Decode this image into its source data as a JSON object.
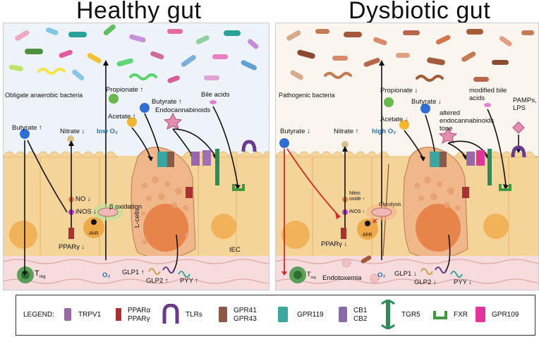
{
  "titles": {
    "healthy": "Healthy gut",
    "dysbiotic": "Dysbiotic gut"
  },
  "healthy": {
    "bacteria_label": "Obligate anaerobic bacteria",
    "propionate": "Propionate ↑",
    "butyrate_top": "Butyrate ↑",
    "endocannabinoids": "Endocannabinoids",
    "acetate": "Acetate ↑",
    "bile_acids": "Bile acids",
    "butyrate_left": "Butyrate ↑",
    "nitrate": "Nitrate ↓",
    "low_o2": "low O₂",
    "no": "NO ↓",
    "inos": "iNOS ↓",
    "beta_oxidation": "β oxidation",
    "ahr": "AhR",
    "ppar": "PPARγ ↓",
    "lcells": "L-cells",
    "iec": "IEC",
    "treg": "T",
    "treg_sub": "reg",
    "o2": "O₂",
    "glp1": "GLP1 ↑",
    "glp2": "GLP2 ↑",
    "pyy": "PYY ↑"
  },
  "dysbiotic": {
    "bacteria_label": "Pathogenic bacteria",
    "propionate": "Propionate ↓",
    "butyrate_top": "Butyrate ↓",
    "acetate": "Acetate ↓",
    "endocannabinoids": "altered endocannabinoids tone",
    "modified_bile": "modified bile acids",
    "pamps": "PAMPs, LPS",
    "butyrate_left": "Butyrate ↓",
    "nitrate": "Nitrate ↑",
    "high_o2": "high O₂",
    "nitric_oxide": "Nitric oxide ↑",
    "inos": "iNOS ↑",
    "glycolysis": "Glycolysis",
    "ahr": "AhR",
    "ppar": "PPARγ ↓",
    "treg": "T",
    "treg_sub": "reg",
    "endotoxemia": "Endotoxemia",
    "o2": "O₂",
    "glp1": "GLP1 ↓",
    "glp2": "GLP2 ↓",
    "pyy": "PYY ↓"
  },
  "legend": {
    "title": "LEGEND:",
    "trpv1": "TRPV1",
    "ppar1": "PPARα",
    "ppar2": "PPARγ",
    "tlrs": "TLRs",
    "gpr41": "GPR41",
    "gpr43": "GPR43",
    "gpr119": "GPR119",
    "cb1": "CB1",
    "cb2": "CB2",
    "tgr5": "TGR5",
    "fxr": "FXR",
    "gpr109": "GPR109"
  },
  "colors": {
    "healthy_bg": "#eef3fa",
    "dysbiotic_bg": "#faf6ef",
    "epithelium": "#f5d49a",
    "lcell": "#f0b78a",
    "nucleus": "#f0a948",
    "lamina": "#f6dcdc",
    "trpv1": "#9a67a8",
    "ppar": "#a83232",
    "tlr": "#6b3a8c",
    "gpr41": "#8a5a47",
    "gpr119": "#3aa6a0",
    "tgr5": "#2e8b57",
    "fxr": "#3e9a3e",
    "gpr109": "#e0359b",
    "red_arrow": "#d62828"
  }
}
